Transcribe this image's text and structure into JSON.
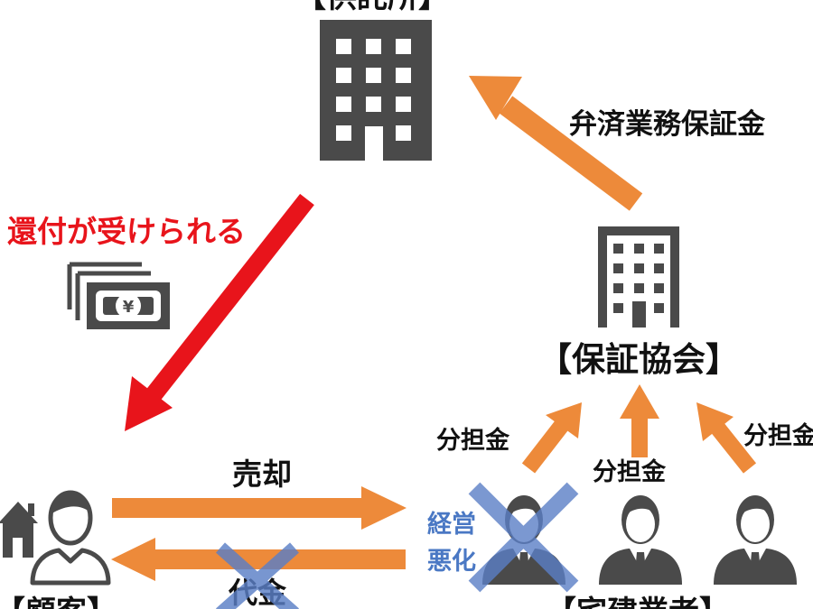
{
  "nodes": {
    "depository": {
      "label": "【供託所】"
    },
    "guarantee_association": {
      "label": "【保証協会】"
    },
    "customer": {
      "label": "【顧客】"
    },
    "brokers": {
      "label": "【宅建業者】"
    }
  },
  "edges": {
    "repayment_guarantee": {
      "label": "弁済業務保証金"
    },
    "refund": {
      "label": "還付が受けられる"
    },
    "share_left": {
      "label": "分担金"
    },
    "share_center": {
      "label": "分担金"
    },
    "share_right": {
      "label": "分担金"
    },
    "sale": {
      "label": "売却"
    },
    "payment": {
      "label": "代金"
    }
  },
  "annotations": {
    "business_deterioration_line1": "経営",
    "business_deterioration_line2": "悪化"
  },
  "icons": {
    "depository": "building-icon",
    "guarantee_association": "building-icon",
    "cash": "yen-banknote-icon",
    "customer_home": "house-icon",
    "customer": "person-icon",
    "brokers": "businessman-icon",
    "failure": "cross-mark-icon"
  },
  "colors": {
    "orange_arrow": "#ED8A3A",
    "red_arrow": "#E8141B",
    "red_text": "#E8141B",
    "blue_mark": "#5B7FC6",
    "blue_text": "#4A78C4",
    "icon_dark": "#4A4A4A",
    "text": "#111111"
  }
}
